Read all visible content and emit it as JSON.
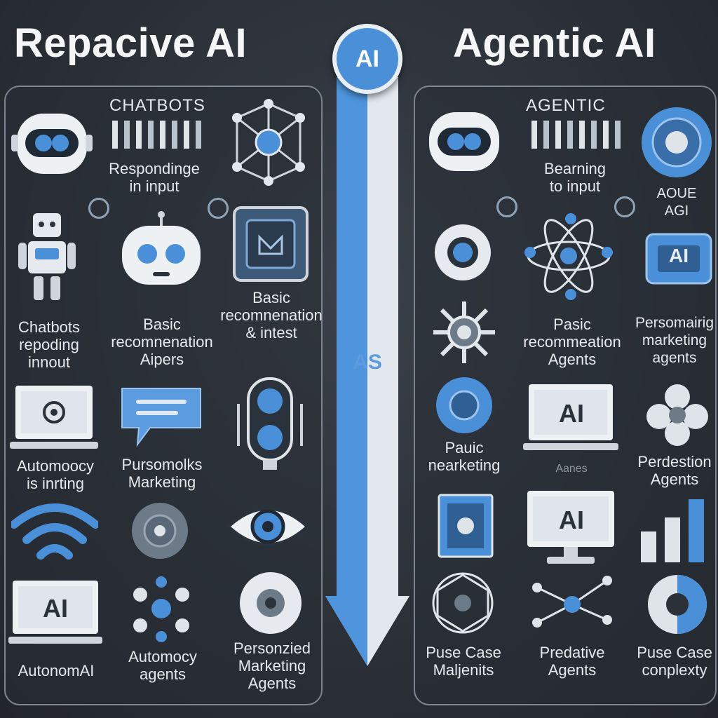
{
  "titles": {
    "left": "Repacive AI",
    "right": "Agentic AI"
  },
  "divider": {
    "badge": "AI",
    "vs": "AS"
  },
  "left": {
    "header": "CHATBOTS",
    "responding": [
      "Respondinge",
      "in input"
    ],
    "chatbots": [
      "Chatbots",
      "repoding",
      "innout"
    ],
    "basic": [
      "Basic",
      "recomnenation",
      "Aipers"
    ],
    "basic_recom": [
      "Basic",
      "recomnenation",
      "& intest"
    ],
    "automoocy": [
      "Automoocy",
      "is inrting"
    ],
    "pursomolks": [
      "Pursomolks",
      "Marketing"
    ],
    "screen_ai": "AI",
    "autonomai": "AutonomAI",
    "automocy_agents": [
      "Automocy",
      "agents"
    ],
    "personized": [
      "Personzied",
      "Marketing",
      "Agents"
    ]
  },
  "right": {
    "header": "AGENTIC",
    "learning": [
      "Bearning",
      "to input"
    ],
    "aoue": [
      "AOUE",
      "AGI"
    ],
    "chip_ai": "AI",
    "pasic": [
      "Pasic",
      "recommeation",
      "Agents"
    ],
    "personalize": [
      "Persomairig",
      "marketing",
      "agents"
    ],
    "screen_ai": "AI",
    "pauic": [
      "Pauic",
      "nearketing"
    ],
    "agents_small": "Aanes",
    "perdestion": [
      "Perdestion",
      "Agents"
    ],
    "monitor_ai": "AI",
    "puse_case": [
      "Puse Case",
      "Maljenits"
    ],
    "predative": [
      "Predative",
      "Agents"
    ],
    "puse_complex": [
      "Puse Case",
      "conplexty"
    ]
  },
  "colors": {
    "accent": "#4a90d9",
    "background": "#2c3138",
    "panel_border": "#7c858f",
    "text": "#e9ecef"
  }
}
